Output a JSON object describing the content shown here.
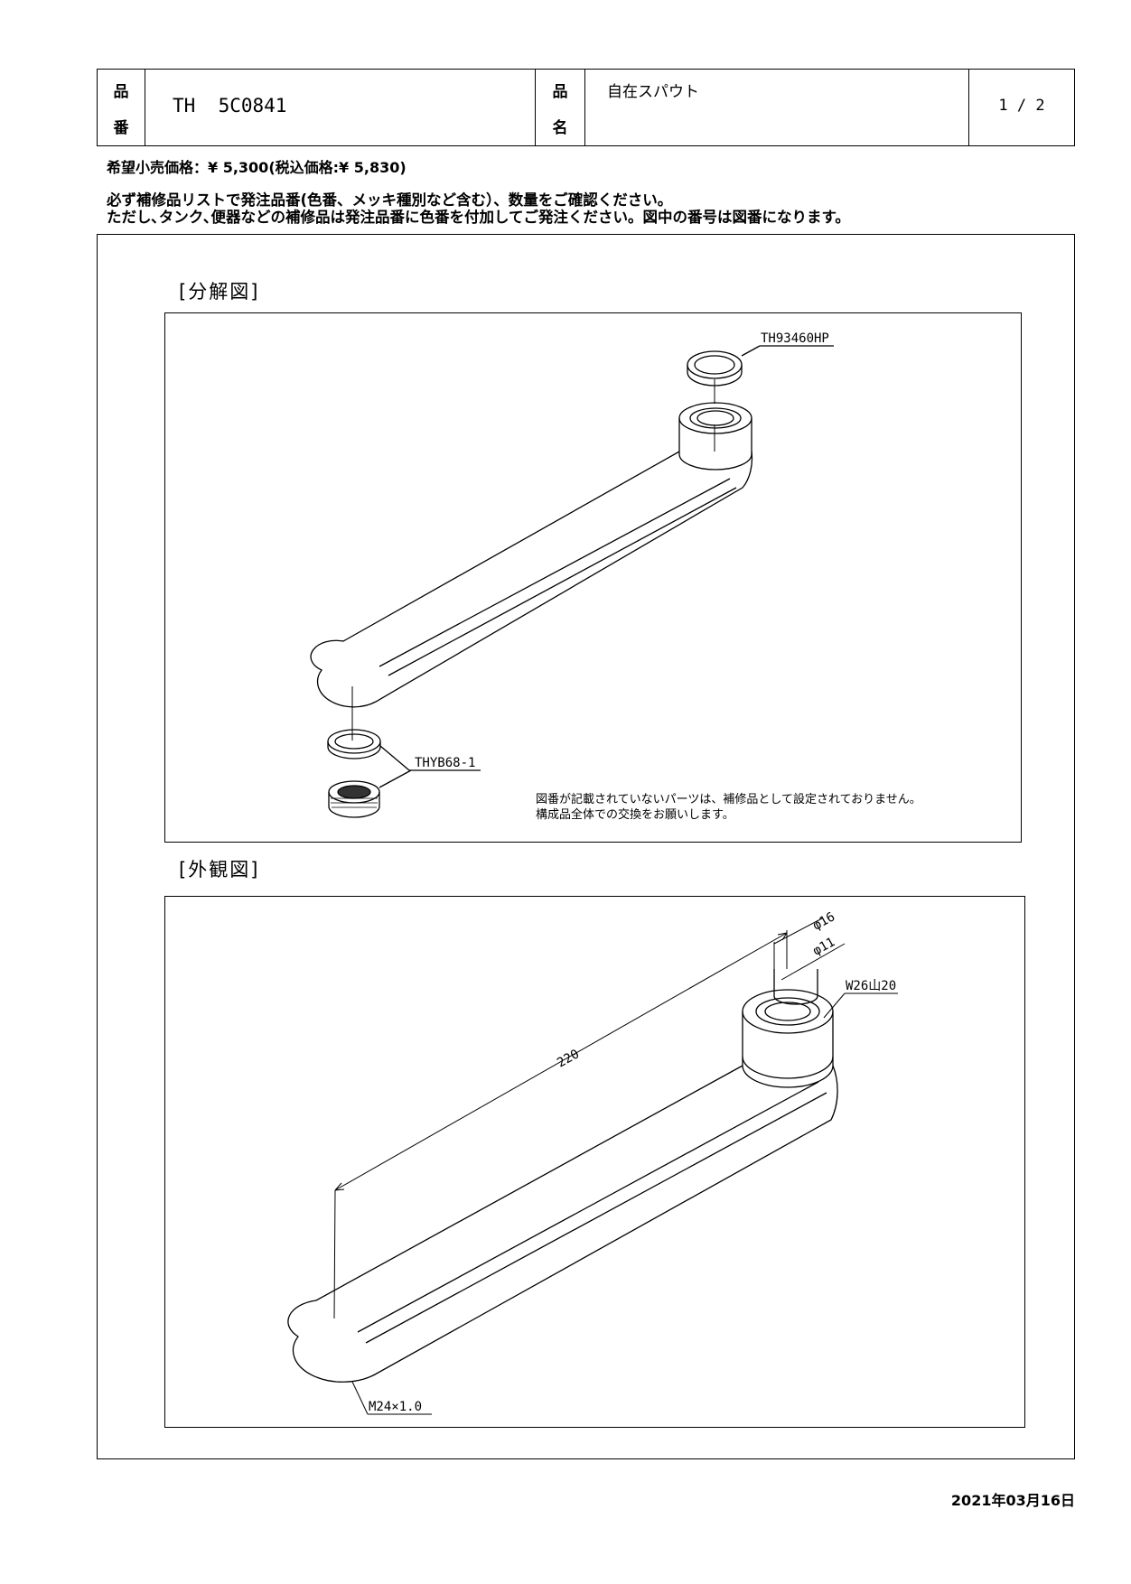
{
  "header": {
    "part_no_label": [
      "品",
      "番"
    ],
    "part_no": "TH  5C0841",
    "name_label": [
      "品",
      "名"
    ],
    "name": "自在スパウト",
    "page": "1 / 2"
  },
  "price": "希望小売価格：¥ 5,300(税込価格:¥ 5,830)",
  "notes": [
    "必ず補修品リストで発注品番(色番、メッキ種別など含む）、数量をご確認ください。",
    "ただし､タンク､便器などの補修品は発注品番に色番を付加してご発注ください。図中の番号は図番になります。"
  ],
  "exploded": {
    "title": "[分解図]",
    "parts": [
      "TH93460HP",
      "THYB68-1"
    ],
    "note": [
      "図番が記載されていないパーツは、補修品として設定されておりません。",
      "構成品全体での交換をお願いします。"
    ]
  },
  "exterior": {
    "title": "[外観図]",
    "dims": {
      "length": "220",
      "outer_dia": "φ16",
      "inner_dia": "φ11",
      "thread_top": "W26山20",
      "thread_bottom": "M24×1.0"
    }
  },
  "date": "2021年03月16日"
}
